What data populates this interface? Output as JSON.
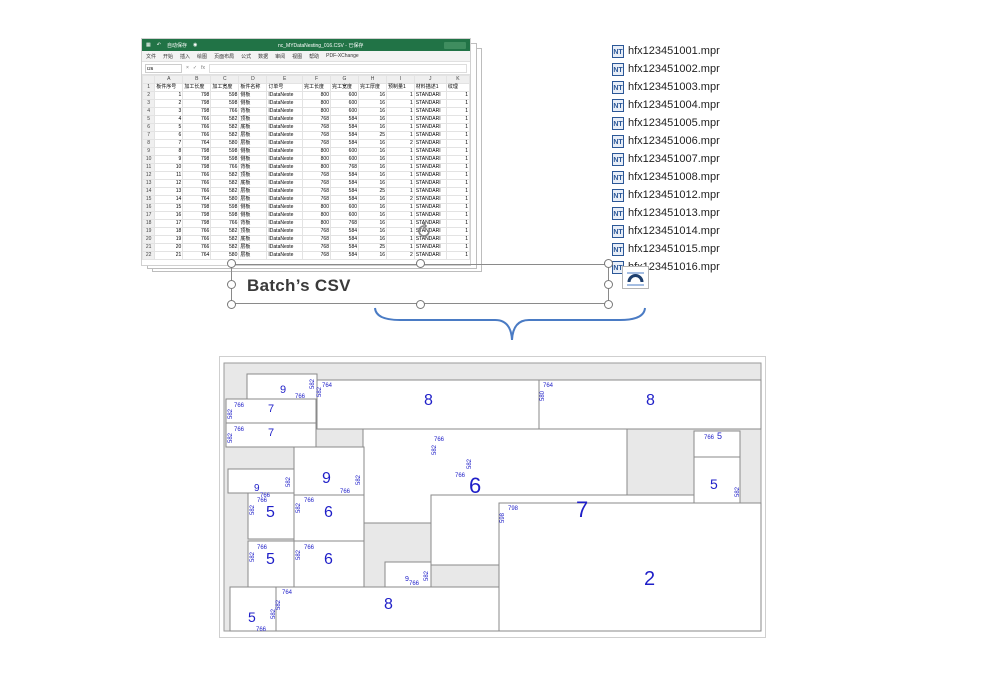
{
  "excel": {
    "title": "nc_MYDataNesting_016.CSV - 已保存",
    "autosave_label": "自动保存",
    "ribbon_tabs": [
      "文件",
      "开始",
      "插入",
      "绘图",
      "页面布局",
      "公式",
      "数据",
      "审阅",
      "视图",
      "帮助",
      "PDF-XChange"
    ],
    "name_box": "I26",
    "column_letters": [
      "A",
      "B",
      "C",
      "D",
      "E",
      "F",
      "G",
      "H",
      "I",
      "J",
      "K"
    ],
    "headers": [
      "板件序号",
      "加工长度",
      "加工宽度",
      "板件名称",
      "订单号",
      "完工长度",
      "完工宽度",
      "完工厚度",
      "预制量1",
      "材料描述1",
      "纹理"
    ],
    "rows": [
      [
        "1",
        "798",
        "598",
        "侧板",
        "IDataNeste",
        "800",
        "600",
        "16",
        "1",
        "STANDARI",
        "1"
      ],
      [
        "2",
        "798",
        "598",
        "侧板",
        "IDataNeste",
        "800",
        "600",
        "16",
        "1",
        "STANDARI",
        "1"
      ],
      [
        "3",
        "798",
        "766",
        "背板",
        "IDataNeste",
        "800",
        "600",
        "16",
        "1",
        "STANDARI",
        "1"
      ],
      [
        "4",
        "766",
        "582",
        "顶板",
        "IDataNeste",
        "768",
        "584",
        "16",
        "1",
        "STANDARI",
        "1"
      ],
      [
        "5",
        "766",
        "582",
        "底板",
        "IDataNeste",
        "768",
        "584",
        "16",
        "1",
        "STANDARI",
        "1"
      ],
      [
        "6",
        "766",
        "582",
        "层板",
        "IDataNeste",
        "768",
        "584",
        "25",
        "1",
        "STANDARI",
        "1"
      ],
      [
        "7",
        "764",
        "580",
        "层板",
        "IDataNeste",
        "768",
        "584",
        "16",
        "2",
        "STANDARI",
        "1"
      ],
      [
        "8",
        "798",
        "598",
        "侧板",
        "IDataNeste",
        "800",
        "600",
        "16",
        "1",
        "STANDARI",
        "1"
      ],
      [
        "9",
        "798",
        "598",
        "侧板",
        "IDataNeste",
        "800",
        "600",
        "16",
        "1",
        "STANDARI",
        "1"
      ],
      [
        "10",
        "798",
        "766",
        "背板",
        "IDataNeste",
        "800",
        "768",
        "16",
        "1",
        "STANDARI",
        "1"
      ],
      [
        "11",
        "766",
        "582",
        "顶板",
        "IDataNeste",
        "768",
        "584",
        "16",
        "1",
        "STANDARI",
        "1"
      ],
      [
        "12",
        "766",
        "582",
        "底板",
        "IDataNeste",
        "768",
        "584",
        "16",
        "1",
        "STANDARI",
        "1"
      ],
      [
        "13",
        "766",
        "582",
        "层板",
        "IDataNeste",
        "768",
        "584",
        "25",
        "1",
        "STANDARI",
        "1"
      ],
      [
        "14",
        "764",
        "580",
        "层板",
        "IDataNeste",
        "768",
        "584",
        "16",
        "2",
        "STANDARI",
        "1"
      ],
      [
        "15",
        "798",
        "598",
        "侧板",
        "IDataNeste",
        "800",
        "600",
        "16",
        "1",
        "STANDARI",
        "1"
      ],
      [
        "16",
        "798",
        "598",
        "侧板",
        "IDataNeste",
        "800",
        "600",
        "16",
        "1",
        "STANDARI",
        "1"
      ],
      [
        "17",
        "798",
        "766",
        "背板",
        "IDataNeste",
        "800",
        "768",
        "16",
        "1",
        "STANDARI",
        "1"
      ],
      [
        "18",
        "766",
        "582",
        "顶板",
        "IDataNeste",
        "768",
        "584",
        "16",
        "1",
        "STANDARI",
        "1"
      ],
      [
        "19",
        "766",
        "582",
        "底板",
        "IDataNeste",
        "768",
        "584",
        "16",
        "1",
        "STANDARI",
        "1"
      ],
      [
        "20",
        "766",
        "582",
        "层板",
        "IDataNeste",
        "768",
        "584",
        "25",
        "1",
        "STANDARI",
        "1"
      ],
      [
        "21",
        "764",
        "580",
        "层板",
        "IDataNeste",
        "768",
        "584",
        "16",
        "2",
        "STANDARI",
        "1"
      ]
    ]
  },
  "files": [
    "hfx123451001.mpr",
    "hfx123451002.mpr",
    "hfx123451003.mpr",
    "hfx123451004.mpr",
    "hfx123451005.mpr",
    "hfx123451006.mpr",
    "hfx123451007.mpr",
    "hfx123451008.mpr",
    "hfx123451012.mpr",
    "hfx123451013.mpr",
    "hfx123451014.mpr",
    "hfx123451015.mpr",
    "hfx123451016.mpr"
  ],
  "file_icon_glyph": "NT",
  "caption": "Batch’s CSV",
  "colors": {
    "excel_green": "#217346",
    "brace_blue": "#4a7bc4",
    "part_label_blue": "#1f1fc8",
    "sheet_gray": "#e8e8e8"
  }
}
